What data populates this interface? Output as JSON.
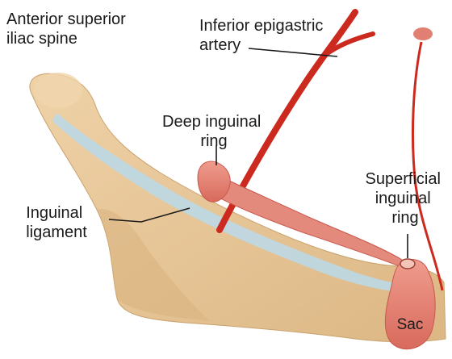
{
  "labels": {
    "asis": [
      "Anterior superior",
      "iliac spine"
    ],
    "iea": [
      "Inferior epigastric",
      "artery"
    ],
    "deep_ring": [
      "Deep inguinal",
      "ring"
    ],
    "inguinal_ligament": [
      "Inguinal",
      "ligament"
    ],
    "superficial_ring": [
      "Superficial",
      "inguinal",
      "ring"
    ],
    "sac": "Sac"
  },
  "colors": {
    "bone": "#e8c79a",
    "bone_shadow": "#d4ad7a",
    "ligament": "#bcd8e6",
    "artery": "#cc2a1e",
    "sac": "#e07f72",
    "sac_dark": "#c8574b"
  }
}
